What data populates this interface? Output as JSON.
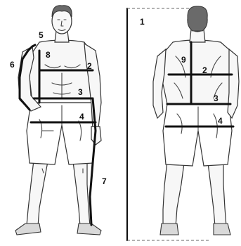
{
  "diagram": {
    "labels": {
      "height": "1",
      "chest": "2",
      "waist": "3",
      "hips": "4",
      "shoulder": "5",
      "arm_length": "6",
      "arm_to_chest": "7",
      "front_length": "8",
      "back_length": "9"
    },
    "line_color": "#111111",
    "sketch_color": "#444444"
  }
}
